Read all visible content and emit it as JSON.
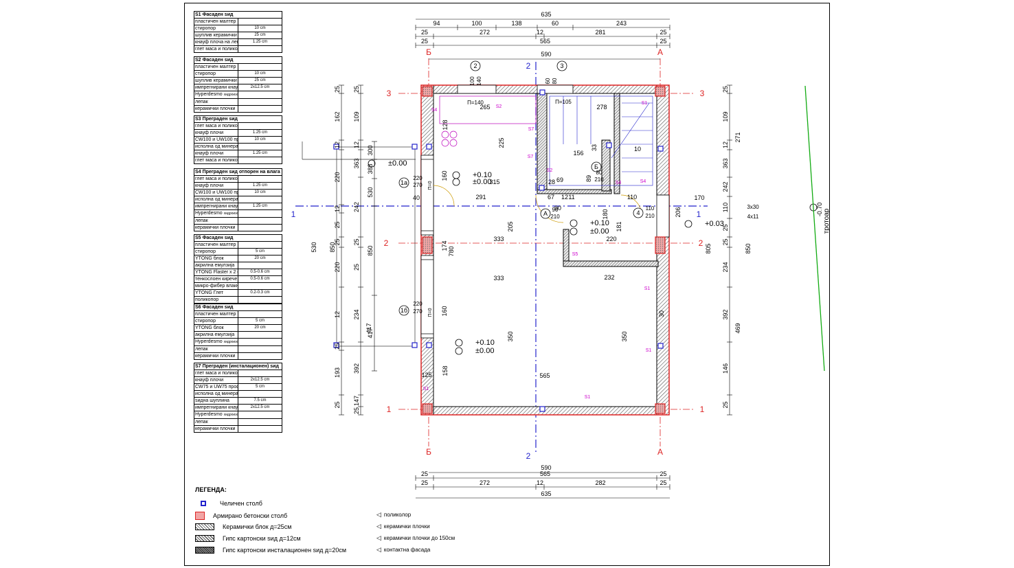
{
  "wall_types": [
    {
      "code": "S1",
      "title": "Фасаден ѕид",
      "layers": [
        {
          "name": "пластичен малтер",
          "value": ""
        },
        {
          "name": "стиропор",
          "value": "10 cm"
        },
        {
          "name": "шуплив керамички блок",
          "value": "25 cm"
        },
        {
          "name": "кнауф плоча на лепак",
          "value": "1.25 cm"
        },
        {
          "name": "глет маса и поликолор",
          "value": ""
        }
      ]
    },
    {
      "code": "S2",
      "title": "Фасаден ѕид",
      "layers": [
        {
          "name": "пластичен малтер",
          "value": ""
        },
        {
          "name": "стиропор",
          "value": "10 cm"
        },
        {
          "name": "шуплив керамички блок",
          "value": "25 cm"
        },
        {
          "name": "импрегнирани кнауф плочи",
          "value": "2x12.5 cm"
        },
        {
          "name": "Hyperdesmo",
          "note": "хидроизолација",
          "value": ""
        },
        {
          "name": "лепак",
          "value": ""
        },
        {
          "name": "керамички плочки",
          "value": ""
        }
      ]
    },
    {
      "code": "S3",
      "title": "Преграден ѕид",
      "layers": [
        {
          "name": "глет маса и поликопор",
          "value": ""
        },
        {
          "name": "кнауф плочи",
          "value": "1.25 cm"
        },
        {
          "name": "CW100 и UW100 профили",
          "value": "10 cm"
        },
        {
          "name": "исполна од минерална волна",
          "value": ""
        },
        {
          "name": "кнауф плочи",
          "value": "1.25 cm"
        },
        {
          "name": "глет маса и поликопор",
          "value": ""
        }
      ]
    },
    {
      "code": "S4",
      "title": "Преграден ѕид отпорен на влага",
      "layers": [
        {
          "name": "глет маса и поликопор",
          "value": ""
        },
        {
          "name": "кнауф плочи",
          "value": "1.25 cm"
        },
        {
          "name": "CW100 и UW100 профили",
          "value": "10 cm"
        },
        {
          "name": "исполна од минерална волна",
          "value": ""
        },
        {
          "name": "импрегнирани кнауф плочи",
          "value": "1.25 cm"
        },
        {
          "name": "Hyperdesmo",
          "note": "хидроизолација",
          "value": ""
        },
        {
          "name": "лепак",
          "value": ""
        },
        {
          "name": "керамички плочки",
          "value": ""
        }
      ]
    },
    {
      "code": "S5",
      "title": "Фасаден ѕид",
      "layers": [
        {
          "name": "пластичен малтер",
          "value": ""
        },
        {
          "name": "стиропор",
          "value": "5 cm"
        },
        {
          "name": "YTONG блок",
          "value": "20 cm"
        },
        {
          "name": "акрилна емулзија",
          "value": ""
        },
        {
          "name": "YTONG Flaster x 2 слоја",
          "value": "0.5-0.6 cm"
        },
        {
          "name": "тенкослоен кирече малтер со",
          "value": "0.5-0.6 cm"
        },
        {
          "name": "микро-фибер влакна",
          "value": ""
        },
        {
          "name": "YTONG Глет",
          "value": "0.2-0.3 cm"
        },
        {
          "name": "поликопор",
          "value": ""
        }
      ]
    },
    {
      "code": "S6",
      "title": "Фасаден ѕид",
      "layers": [
        {
          "name": "пластичен малтер",
          "value": ""
        },
        {
          "name": "стиропор",
          "value": "5 cm"
        },
        {
          "name": "YTONG блок",
          "value": "20 cm"
        },
        {
          "name": "акрилна емулзија",
          "value": ""
        },
        {
          "name": "Hyperdesmo",
          "note": "хидроизолација",
          "value": ""
        },
        {
          "name": "лепак",
          "value": ""
        },
        {
          "name": "керамички плочки",
          "value": ""
        }
      ]
    },
    {
      "code": "S7",
      "title": "Преграден (инсталационен) ѕид",
      "layers": [
        {
          "name": "глет маса и поликопор",
          "value": ""
        },
        {
          "name": "кнауф плочи",
          "value": "2x12.5 cm"
        },
        {
          "name": "CW75 и UW75 профили",
          "value": "5 cm"
        },
        {
          "name": "исполна од минерална волна",
          "value": ""
        },
        {
          "name": "ѕидна шуплина",
          "value": "7.5 cm"
        },
        {
          "name": "импрегнирани кнауф плочи",
          "value": "2x12.5 cm"
        },
        {
          "name": "Hyperdesmo",
          "note": "хидроизолација",
          "value": ""
        },
        {
          "name": "лепак",
          "value": ""
        },
        {
          "name": "керамички плочки",
          "value": ""
        }
      ]
    }
  ],
  "legend": {
    "title": "ЛЕГЕНДА:",
    "items": [
      {
        "label": "Челичен столб",
        "swatch": "steel"
      },
      {
        "label": "Армирано бетонски столб",
        "swatch": "concrete"
      },
      {
        "label": "Керамички блок д=25см",
        "swatch": "ceramic"
      },
      {
        "label": "Гипс картонски ѕид д=12см",
        "swatch": "gypsum"
      },
      {
        "label": "Гипс картонски инсталационен ѕид д=20см",
        "swatch": "install"
      }
    ],
    "finishes": [
      {
        "label": "поликолор"
      },
      {
        "label": "керамички плочки"
      },
      {
        "label": "керамички плочки до 150см"
      },
      {
        "label": "контактна фасада"
      }
    ]
  },
  "plan": {
    "top_dims": {
      "overall": "635",
      "row1": [
        "94",
        "100",
        "138",
        "60",
        "243"
      ],
      "row2": [
        "25",
        "272",
        "12",
        "281",
        "25"
      ],
      "row3": [
        "25",
        "565",
        "25"
      ],
      "row4": "590"
    },
    "bottom_dims": {
      "row1": "590",
      "row2": [
        "25",
        "565",
        "25"
      ],
      "row3": [
        "25",
        "272",
        "12",
        "282",
        "25"
      ],
      "overall": "635"
    },
    "left_dims": {
      "inner": [
        "25",
        "162",
        "12",
        "220",
        "12",
        "25",
        "25",
        "220",
        "12",
        "25",
        "193",
        "25"
      ],
      "mid": [
        "25",
        "109",
        "12",
        "363",
        "242",
        "25",
        "25",
        "234",
        "392",
        "147",
        "25"
      ],
      "outer": [
        "300",
        "388",
        "530",
        "850",
        "417"
      ]
    },
    "right_dims": {
      "inner": [
        "25",
        "109",
        "12",
        "363",
        "242",
        "110",
        "25",
        "25",
        "234",
        "392",
        "146",
        "25"
      ],
      "outer": [
        "271",
        "805",
        "850",
        "469"
      ]
    },
    "axes": {
      "row": [
        "3",
        "2",
        "1"
      ],
      "col": [
        "Б",
        "А"
      ],
      "section": [
        "1",
        "2"
      ]
    },
    "levels": [
      "±0.00",
      "+0.10",
      "±0.00",
      "+0.10",
      "±0.00",
      "+0.10",
      "±0.00",
      "+0.03",
      "-0.70"
    ],
    "openings": [
      {
        "id": "2",
        "w": "100",
        "h": "140"
      },
      {
        "id": "3",
        "w": "60",
        "h": "80"
      },
      {
        "id": "1а",
        "w": "220",
        "h": "270"
      },
      {
        "id": "1б",
        "w": "220",
        "h": "270"
      },
      {
        "id": "А",
        "w": "90",
        "h": "210"
      },
      {
        "id": "Б",
        "w": "80",
        "h": "210"
      },
      {
        "id": "4",
        "w": "110",
        "h": "210"
      }
    ],
    "room_dims": [
      "265",
      "278",
      "225",
      "156",
      "315",
      "291",
      "333",
      "205",
      "220",
      "333",
      "232",
      "350",
      "350",
      "565",
      "180",
      "181",
      "174",
      "780",
      "160",
      "160",
      "128",
      "158",
      "40",
      "67",
      "12",
      "11",
      "90",
      "110",
      "170",
      "206",
      "30",
      "89",
      "28",
      "69",
      "33",
      "10",
      "125"
    ],
    "sill_labels": [
      "П=140",
      "П=105"
    ],
    "door_labels": [
      "П=0",
      "П=0"
    ],
    "stair_note": [
      "3x30",
      "4x11"
    ],
    "street_label": "тротоар",
    "finish_tags": [
      "S2",
      "S7",
      "S4",
      "S7",
      "S2",
      "S1",
      "S4",
      "S4",
      "S5",
      "S1",
      "S1",
      "S1",
      "S1"
    ]
  }
}
